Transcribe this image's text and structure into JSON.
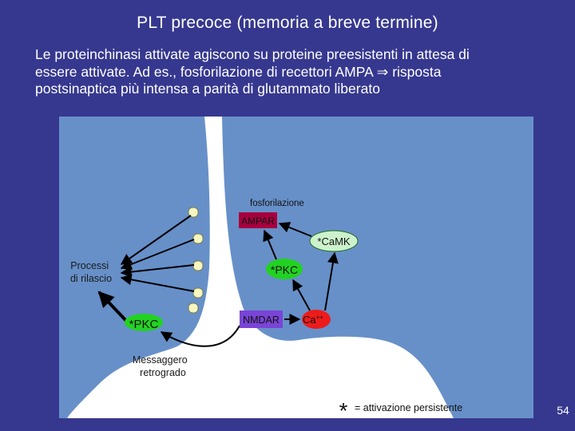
{
  "slide": {
    "title": "PLT precoce (memoria a breve termine)",
    "subtitle_line1": "Le proteinchinasi attivate agiscono su proteine preesistenti in attesa di",
    "subtitle_line2": "essere attivate. Ad es., fosforilazione di recettori AMPA ⇒ risposta",
    "subtitle_line3": "postsinaptica più intensa a parità di glutammato liberato",
    "page_number": "54"
  },
  "diagram": {
    "labels": {
      "fosforilazione": "fosforilazione",
      "ampar": "AMPAR",
      "camk": "*CaMK",
      "pkc_post": "*PKC",
      "nmdar": "NMDAR",
      "ca": "Ca",
      "ca_charge": "++",
      "pkc_pre": "*PKC",
      "processi_line1": "Processi",
      "processi_line2": "di rilascio",
      "messaggero_line1": "Messaggero",
      "messaggero_line2": "retrogrado",
      "legend_star": "*",
      "legend_text": "=  attivazione persistente"
    },
    "colors": {
      "neuron_fill": "#6790c9",
      "cleft_fill": "#ffffff",
      "ampar_fill": "#a8003e",
      "camk_fill": "#ccf2cc",
      "pkc_fill": "#22d222",
      "nmdar_fill": "#7a44d6",
      "ca_fill": "#ee1b1b",
      "vesicle_fill": "#f6f6c0",
      "arrow_color": "#000000"
    }
  }
}
